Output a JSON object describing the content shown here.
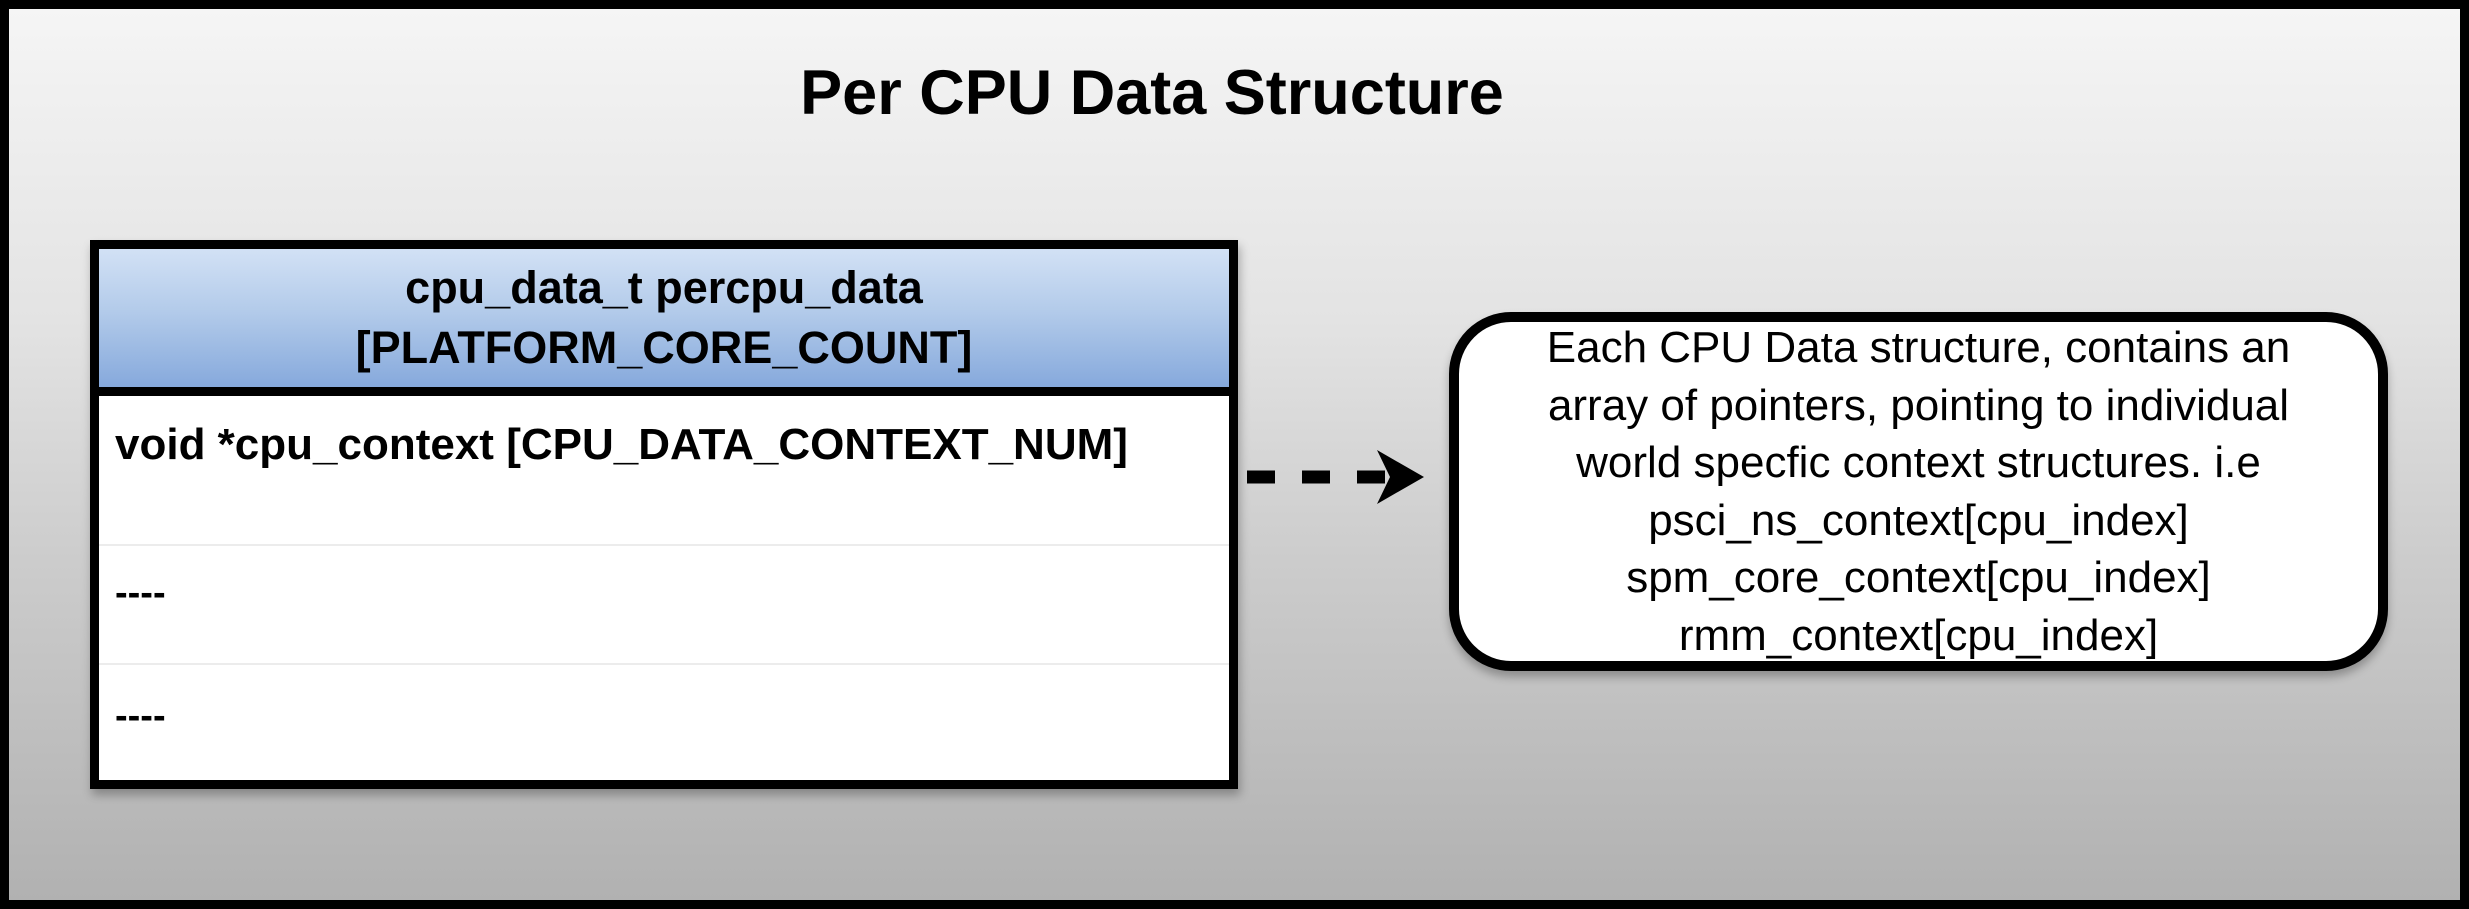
{
  "title": "Per CPU Data Structure",
  "table": {
    "header": {
      "line1": "cpu_data_t percpu_data",
      "line2": "[PLATFORM_CORE_COUNT]"
    },
    "rows": [
      {
        "text": "void *cpu_context [CPU_DATA_CONTEXT_NUM]"
      },
      {
        "text": "----"
      },
      {
        "text": "----"
      }
    ]
  },
  "arrow": {
    "style": "dashed",
    "direction": "right",
    "from": "cpu-data-table",
    "to": "callout-box"
  },
  "callout": {
    "lines": [
      "Each CPU Data structure, contains an",
      "array of pointers, pointing to individual",
      "world specfic context structures. i.e",
      "psci_ns_context[cpu_index]",
      "spm_core_context[cpu_index]",
      "rmm_context[cpu_index]"
    ]
  },
  "colors": {
    "outer_border": "#000000",
    "background_top": "#f5f5f5",
    "background_bottom": "#b1b1b1",
    "header_gradient_top": "#d2e1f5",
    "header_gradient_bottom": "#86a9dc",
    "table_fill": "#ffffff",
    "row_divider": "#ececec",
    "text": "#000000"
  }
}
